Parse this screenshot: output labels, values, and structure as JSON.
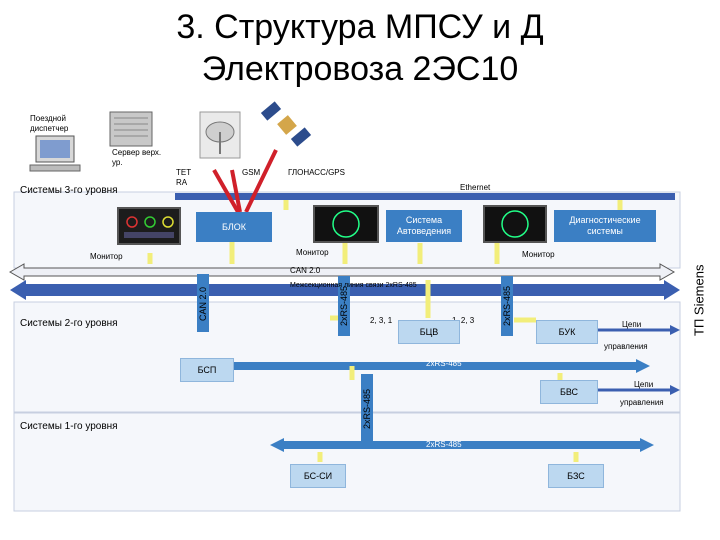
{
  "title": {
    "line1": "3. Структура МПСУ и Д",
    "line2": "Электровоза 2ЭС10"
  },
  "level3": {
    "label": "Системы 3-го уровня",
    "dispatcher": "Поездной диспетчер",
    "server": "Сервер верх. ур.",
    "tetra": "TETRA",
    "gsm": "GSM",
    "glonass": "ГЛОНАСС/GPS",
    "ethernet": "Ethernet",
    "blok": "БЛОК",
    "autoguidance": "Система Автоведения",
    "diagnostics": "Диагностические системы",
    "monitor_left": "Монитор",
    "monitor_mid": "Монитор",
    "monitor_right": "Монитор"
  },
  "buses": {
    "can": "CAN 2.0",
    "can_vertical": "CAN 2.0",
    "intersection": "Межсекционная линия связи 2хRS-485",
    "rs485_a": "2хRS-485",
    "rs485_b": "2хRS-485",
    "rs485_h1": "2хRS-485",
    "rs485_c": "2хRS-485",
    "rs485_h2": "2хRS-485"
  },
  "level2": {
    "label": "Системы 2-го уровня",
    "bcv": "БЦВ",
    "buk": "БУК",
    "bsp": "БСП",
    "bvs": "БВС",
    "ports_left": "2, 3, 1",
    "ports_right": "1, 2, 3",
    "control_circuits_1a": "Цепи",
    "control_circuits_1b": "управления",
    "control_circuits_2a": "Цепи",
    "control_circuits_2b": "управления"
  },
  "level1": {
    "label": "Системы 1-го уровня",
    "bssi": "БС-СИ",
    "bzs": "БЗС"
  },
  "side": {
    "vendor": "ТП Siemens"
  },
  "colors": {
    "bus_blue": "#3b5fb0",
    "bus_dark": "#1f3f8f",
    "box_blue": "#3b7fc4",
    "arrow_yellow": "#f2ee7a",
    "radio_red": "#d0202a",
    "panel_bg": "#eef2f8"
  }
}
